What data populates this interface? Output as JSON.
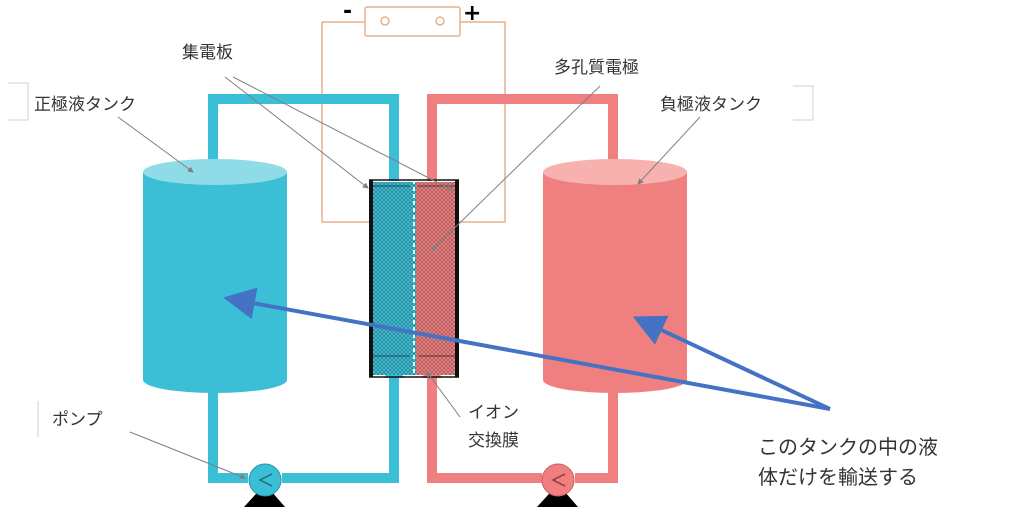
{
  "diagram": {
    "labels": {
      "positive_tank": "正極液タンク",
      "negative_tank": "負極液タンク",
      "collector_plate": "集電板",
      "porous_electrode": "多孔質電極",
      "pump": "ポンプ",
      "membrane_line1": "イオン",
      "membrane_line2": "交換膜",
      "note_line1": "このタンクの中の液",
      "note_line2": "体だけを輸送する"
    },
    "battery": {
      "minus": "-",
      "plus": "+"
    },
    "colors": {
      "positive_fluid": "#3bbfd6",
      "positive_top": "#8fdce8",
      "negative_fluid": "#f08080",
      "negative_top": "#f7b2b0",
      "wire": "#e9b08c",
      "arrow_blue": "#4472c4",
      "pointer": "#808080",
      "pump_base": "#000000"
    }
  }
}
